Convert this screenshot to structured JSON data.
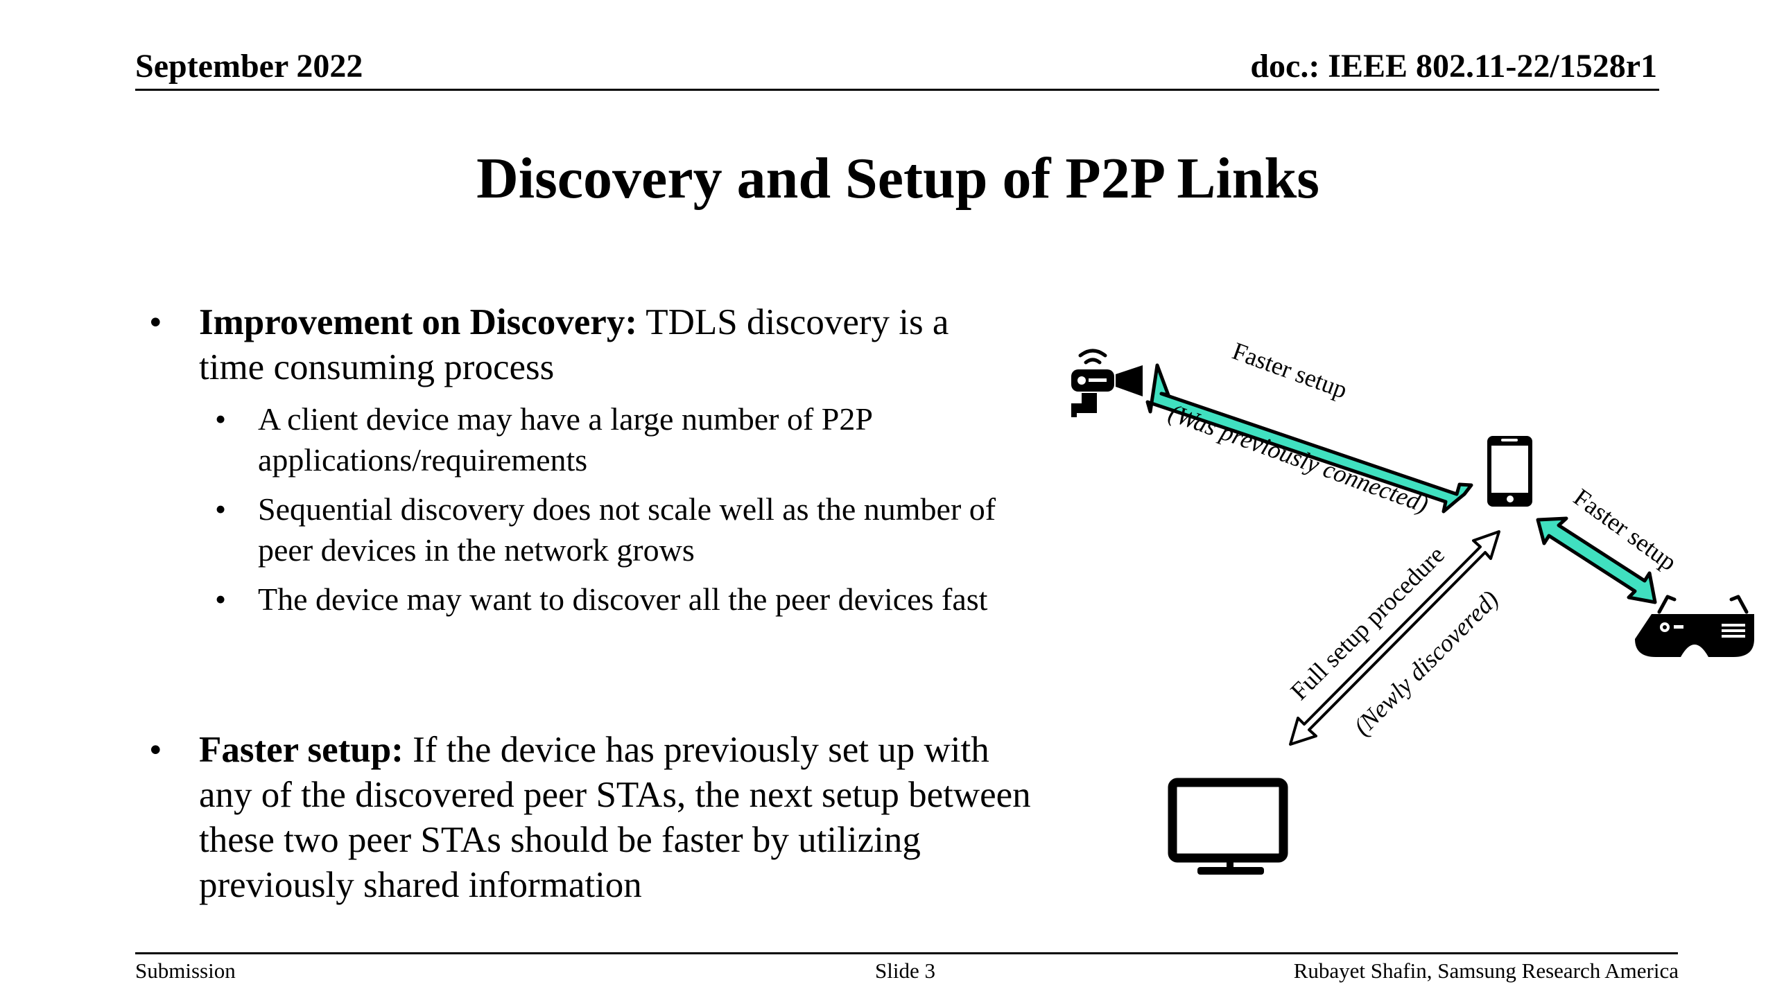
{
  "header": {
    "date": "September 2022",
    "doc_id": "doc.: IEEE 802.11-22/1528r1"
  },
  "title": "Discovery and Setup of P2P Links",
  "bullets": {
    "b1": {
      "heading": "Improvement on Discovery:",
      "text": " TDLS discovery is a time consuming process"
    },
    "subs": [
      "A client device may have a large number of P2P applications/requirements",
      "Sequential discovery does not scale well as the number of peer devices in the network grows",
      "The device may want to discover all the peer devices fast"
    ],
    "b2": {
      "heading": "Faster setup:",
      "text": " If the device has previously set up with any of the discovered peer STAs, the next setup between these two peer STAs should be faster by utilizing previously shared information"
    },
    "bullet_char": "•"
  },
  "diagram": {
    "labels": {
      "camera_arrow_top": "Faster setup",
      "camera_arrow_bottom": "(Was previously connected)",
      "glasses_arrow": "Faster setup",
      "monitor_arrow_top": "Full setup procedure",
      "monitor_arrow_bottom": "(Newly discovered)"
    },
    "devices": [
      "camera-icon",
      "smartphone-icon",
      "vr-glasses-icon",
      "monitor-icon"
    ],
    "colors": {
      "fast_arrow": "#40e0c0",
      "full_arrow": "#ffffff",
      "stroke": "#000000"
    }
  },
  "footer": {
    "left": "Submission",
    "center": "Slide 3",
    "right": "Rubayet Shafin, Samsung Research America"
  }
}
